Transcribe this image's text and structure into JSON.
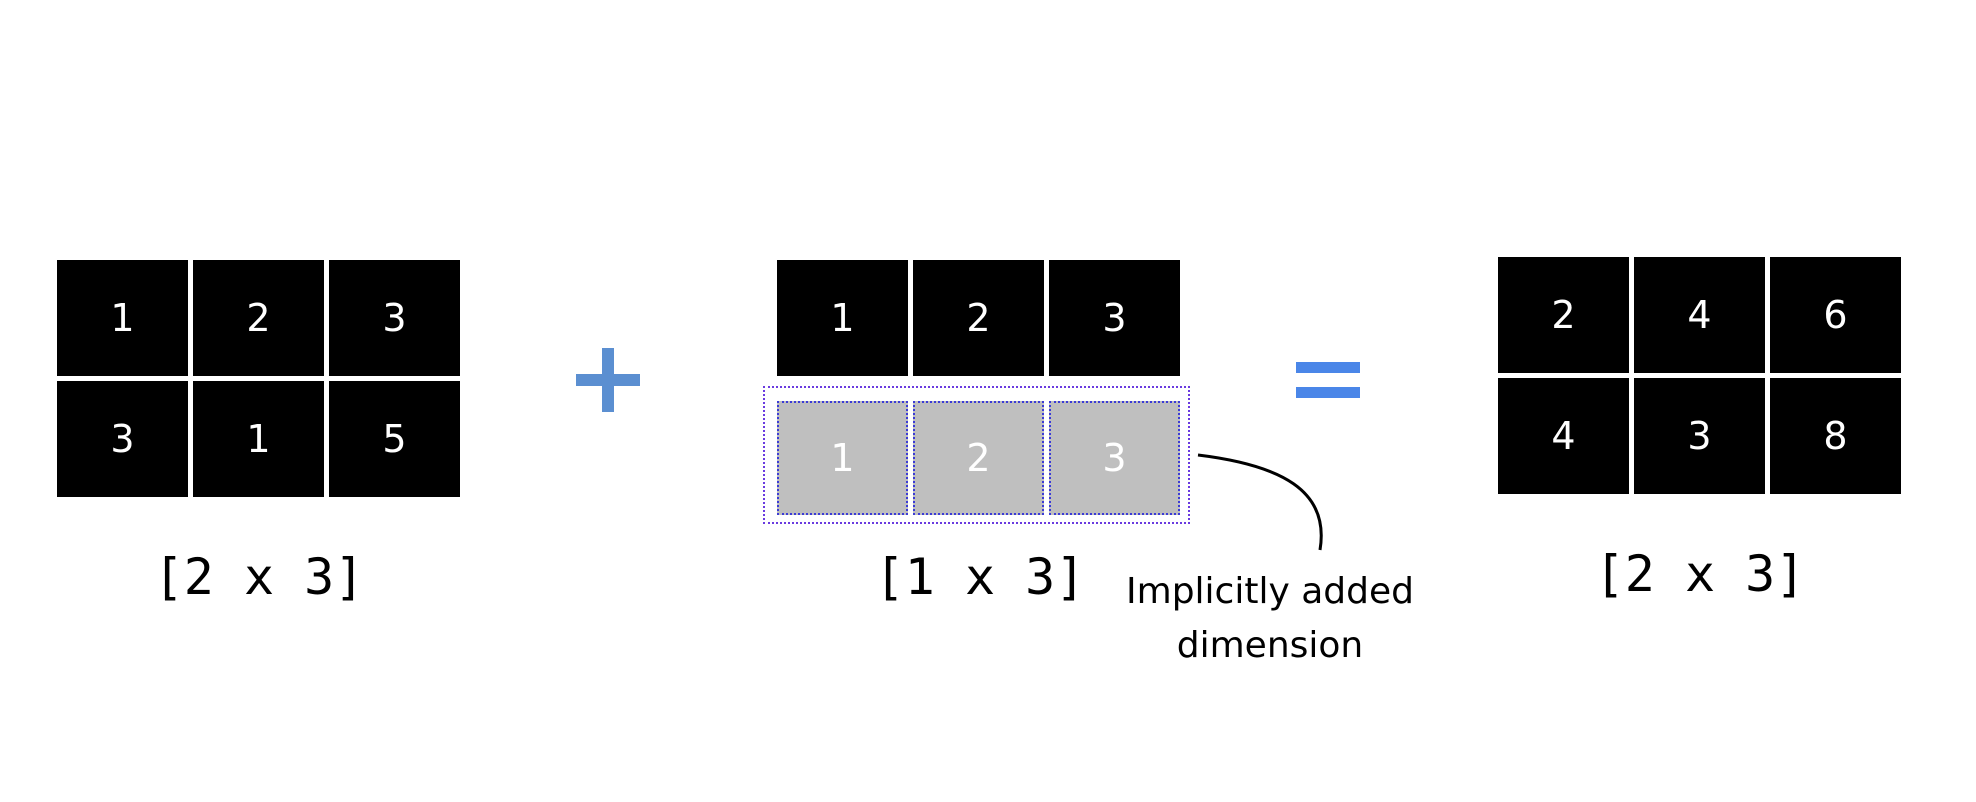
{
  "matrices": {
    "a": {
      "cells": [
        "1",
        "2",
        "3",
        "3",
        "1",
        "5"
      ],
      "shape_label": "[2 x 3]"
    },
    "b": {
      "cells": [
        "1",
        "2",
        "3"
      ],
      "implicit_cells": [
        "1",
        "2",
        "3"
      ],
      "shape_label": "[1 x 3]"
    },
    "c": {
      "cells": [
        "2",
        "4",
        "6",
        "4",
        "3",
        "8"
      ],
      "shape_label": "[2 x 3]"
    }
  },
  "annotation": {
    "line1": "Implicitly added",
    "line2": "dimension"
  },
  "operators": {
    "plus_icon": "plus-icon",
    "equals_icon": "equals-icon"
  },
  "colors": {
    "cell": "#000000",
    "cell_text": "#ffffff",
    "implicit_cell": "#bfbfbf",
    "implicit_border": "#6a3be0",
    "operator": "#5b8fd1"
  }
}
